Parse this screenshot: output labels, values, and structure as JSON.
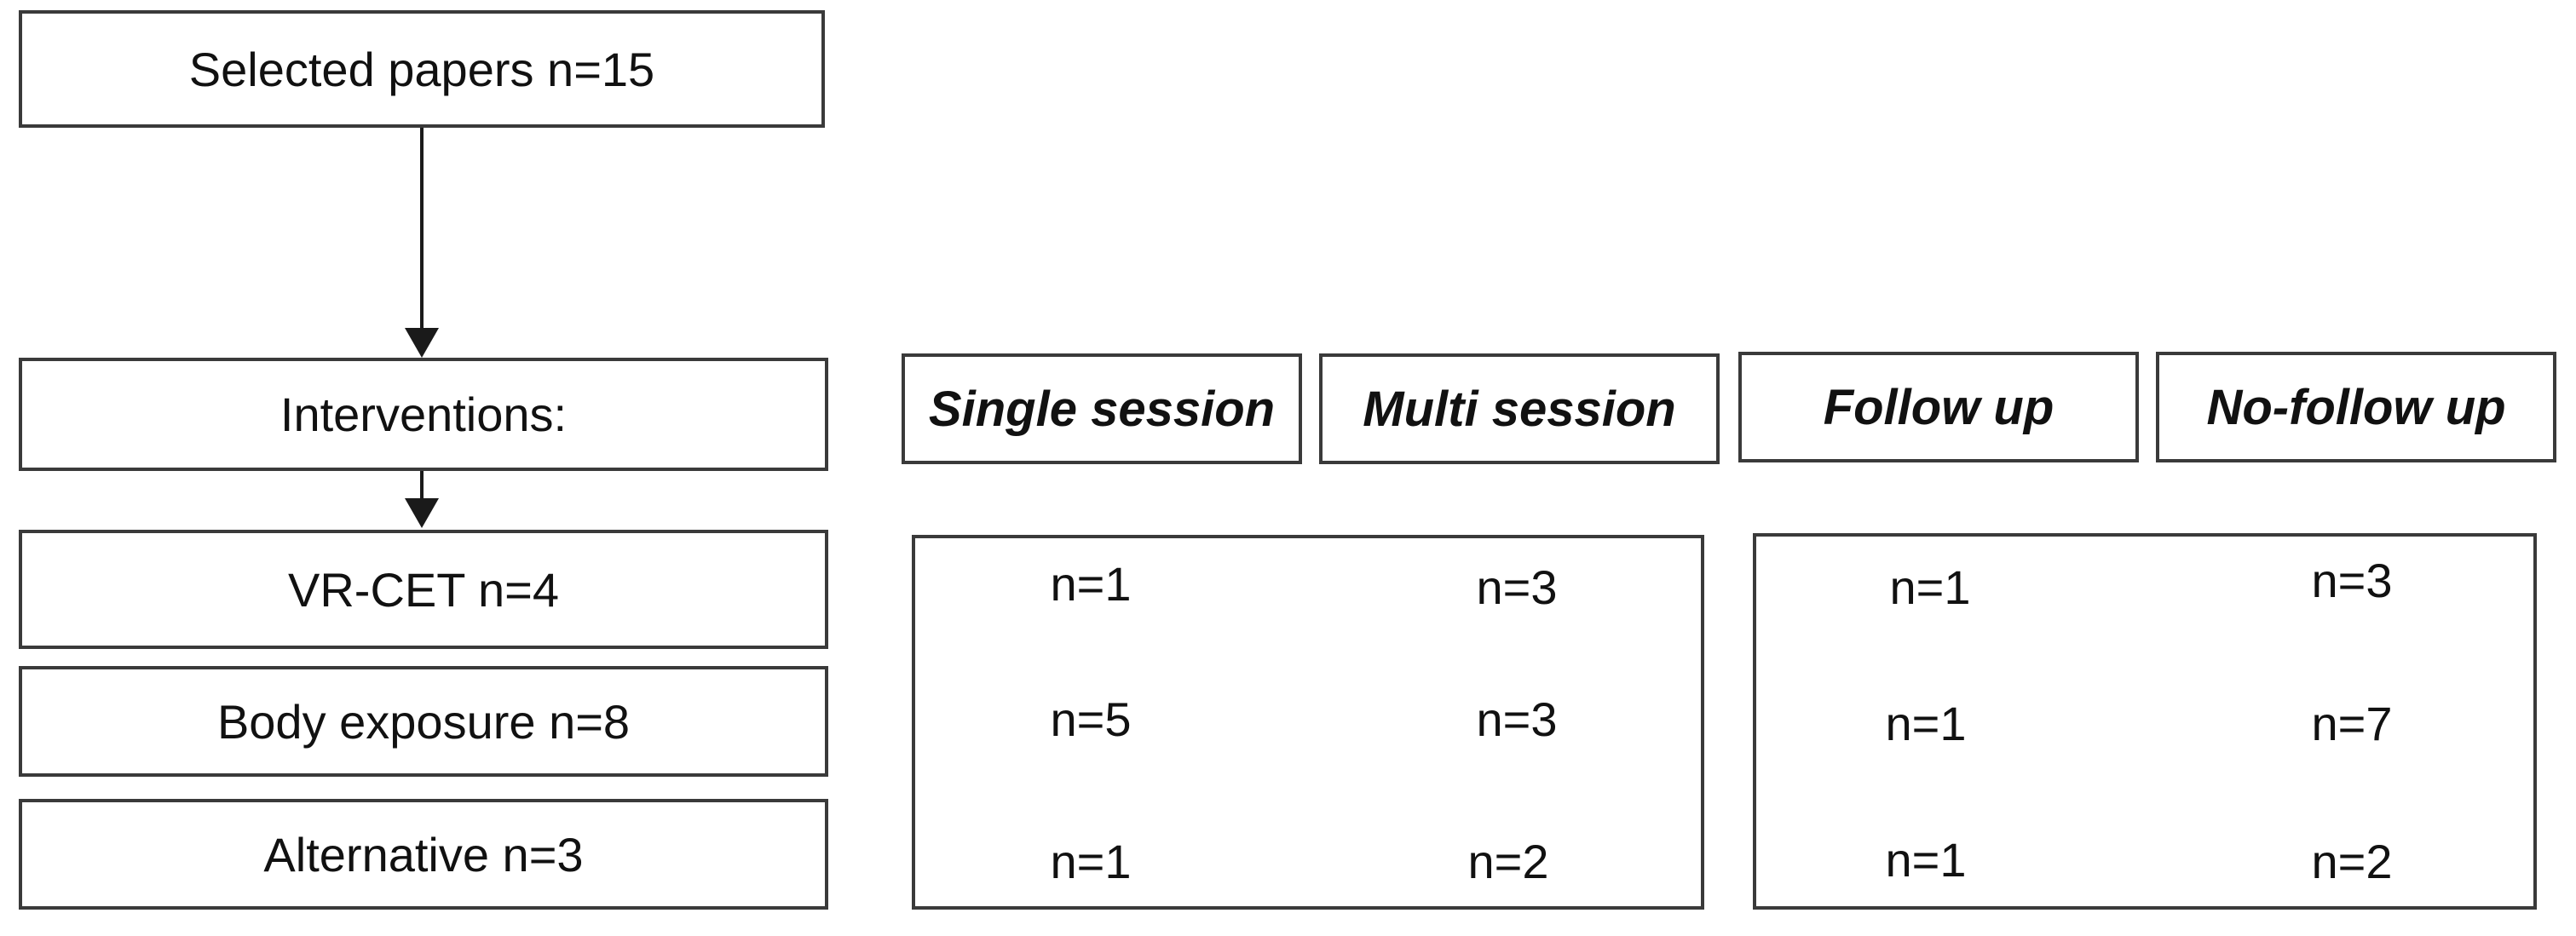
{
  "boxes": {
    "selected": "Selected papers n=15",
    "interventions": "Interventions:",
    "vr_cet": "VR-CET   n=4",
    "body_exposure": "Body exposure  n=8",
    "alternative": "Alternative   n=3"
  },
  "headers": {
    "single_session": "Single session",
    "multi_session": "Multi  session",
    "follow_up": "Follow up",
    "no_follow_up": "No-follow up"
  },
  "sessions": {
    "vr_cet": {
      "single": "n=1",
      "multi": "n=3"
    },
    "body_exposure": {
      "single": "n=5",
      "multi": "n=3"
    },
    "alternative": {
      "single": "n=1",
      "multi": "n=2"
    }
  },
  "follow": {
    "vr_cet": {
      "follow_up": "n=1",
      "no_follow_up": "n=3"
    },
    "body_exposure": {
      "follow_up": "n=1",
      "no_follow_up": "n=7"
    },
    "alternative": {
      "follow_up": "n=1",
      "no_follow_up": "n=2"
    }
  }
}
